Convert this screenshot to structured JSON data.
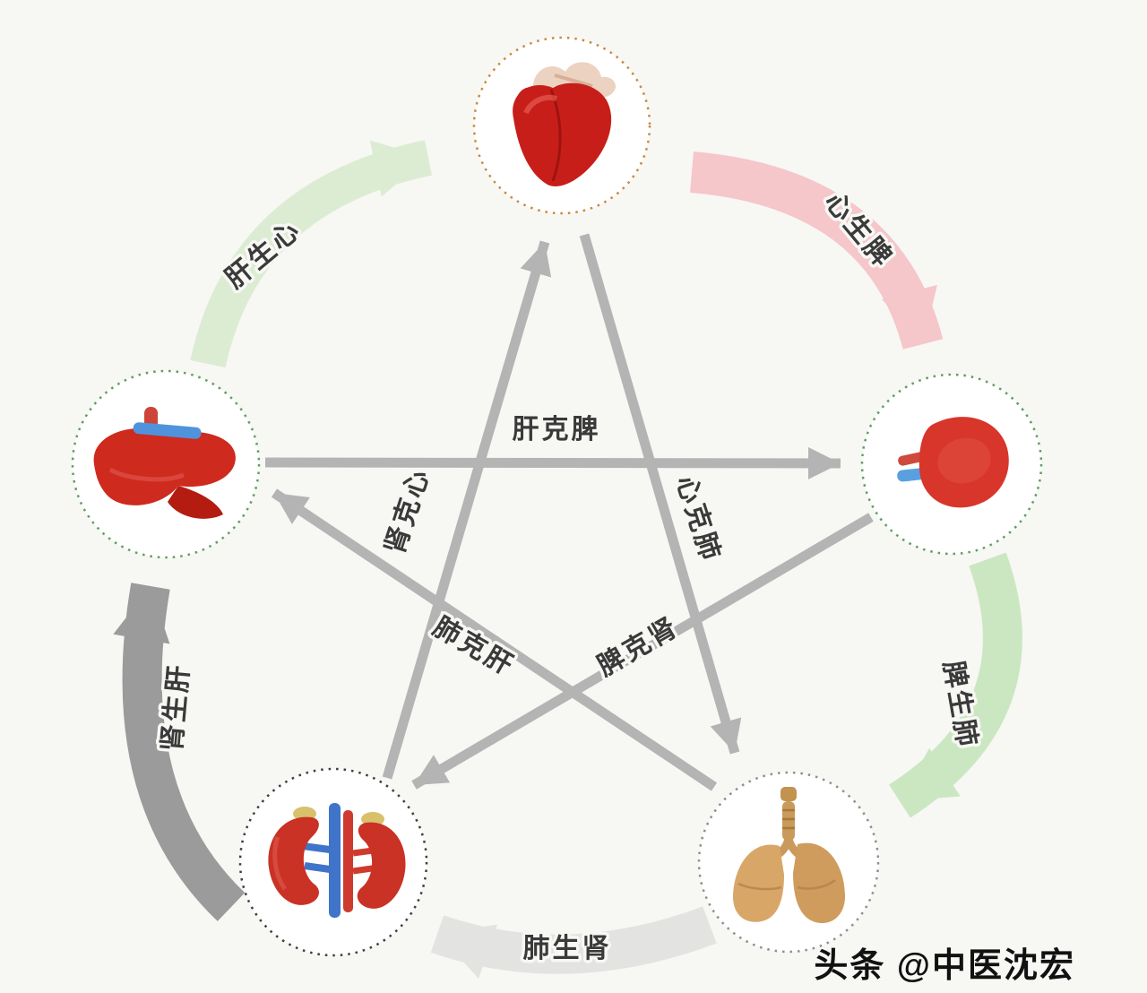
{
  "page": {
    "background": "#f7f7f4",
    "watermark": "头条 @中医沈宏"
  },
  "diagram": {
    "nodes": [
      {
        "id": "heart",
        "icon": "heart-icon",
        "ring_color": "#c98a3e"
      },
      {
        "id": "liver",
        "icon": "liver-icon",
        "ring_color": "#5f9e5f"
      },
      {
        "id": "spleen",
        "icon": "spleen-icon",
        "ring_color": "#5f9e5f"
      },
      {
        "id": "kidney",
        "icon": "kidneys-icon",
        "ring_color": "#3d3d3d"
      },
      {
        "id": "lung",
        "icon": "lungs-icon",
        "ring_color": "#8f8f8f"
      }
    ],
    "generating_cycle": [
      {
        "from": "liver",
        "to": "heart",
        "label": "肝生心",
        "color": "#dcecd3"
      },
      {
        "from": "heart",
        "to": "spleen",
        "label": "心生脾",
        "color": "#f5c6ca"
      },
      {
        "from": "spleen",
        "to": "lung",
        "label": "脾生肺",
        "color": "#cbe7c2"
      },
      {
        "from": "lung",
        "to": "kidney",
        "label": "肺生肾",
        "color": "#e3e3e2"
      },
      {
        "from": "kidney",
        "to": "liver",
        "label": "肾生肝",
        "color": "#9b9b9b"
      }
    ],
    "overcoming_cycle": [
      {
        "from": "liver",
        "to": "spleen",
        "label": "肝克脾",
        "color": "#b4b4b4"
      },
      {
        "from": "heart",
        "to": "lung",
        "label": "心克肺",
        "color": "#b4b4b4"
      },
      {
        "from": "spleen",
        "to": "kidney",
        "label": "脾克肾",
        "color": "#b4b4b4"
      },
      {
        "from": "kidney",
        "to": "heart",
        "label": "肾克心",
        "color": "#b4b4b4"
      },
      {
        "from": "lung",
        "to": "liver",
        "label": "肺克肝",
        "color": "#b4b4b4"
      }
    ]
  }
}
